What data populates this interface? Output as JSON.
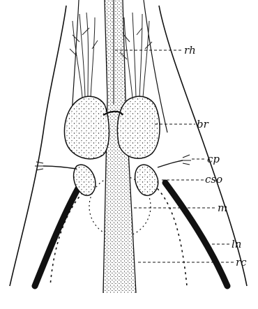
{
  "figure": {
    "background": "#ffffff",
    "ink": "#111111",
    "labels": [
      {
        "id": "rh",
        "text": "rh"
      },
      {
        "id": "br",
        "text": "br"
      },
      {
        "id": "cp",
        "text": "cp"
      },
      {
        "id": "cso",
        "text": "cso"
      },
      {
        "id": "m",
        "text": "m"
      },
      {
        "id": "ln",
        "text": "ln"
      },
      {
        "id": "rc",
        "text": "rc"
      }
    ]
  }
}
